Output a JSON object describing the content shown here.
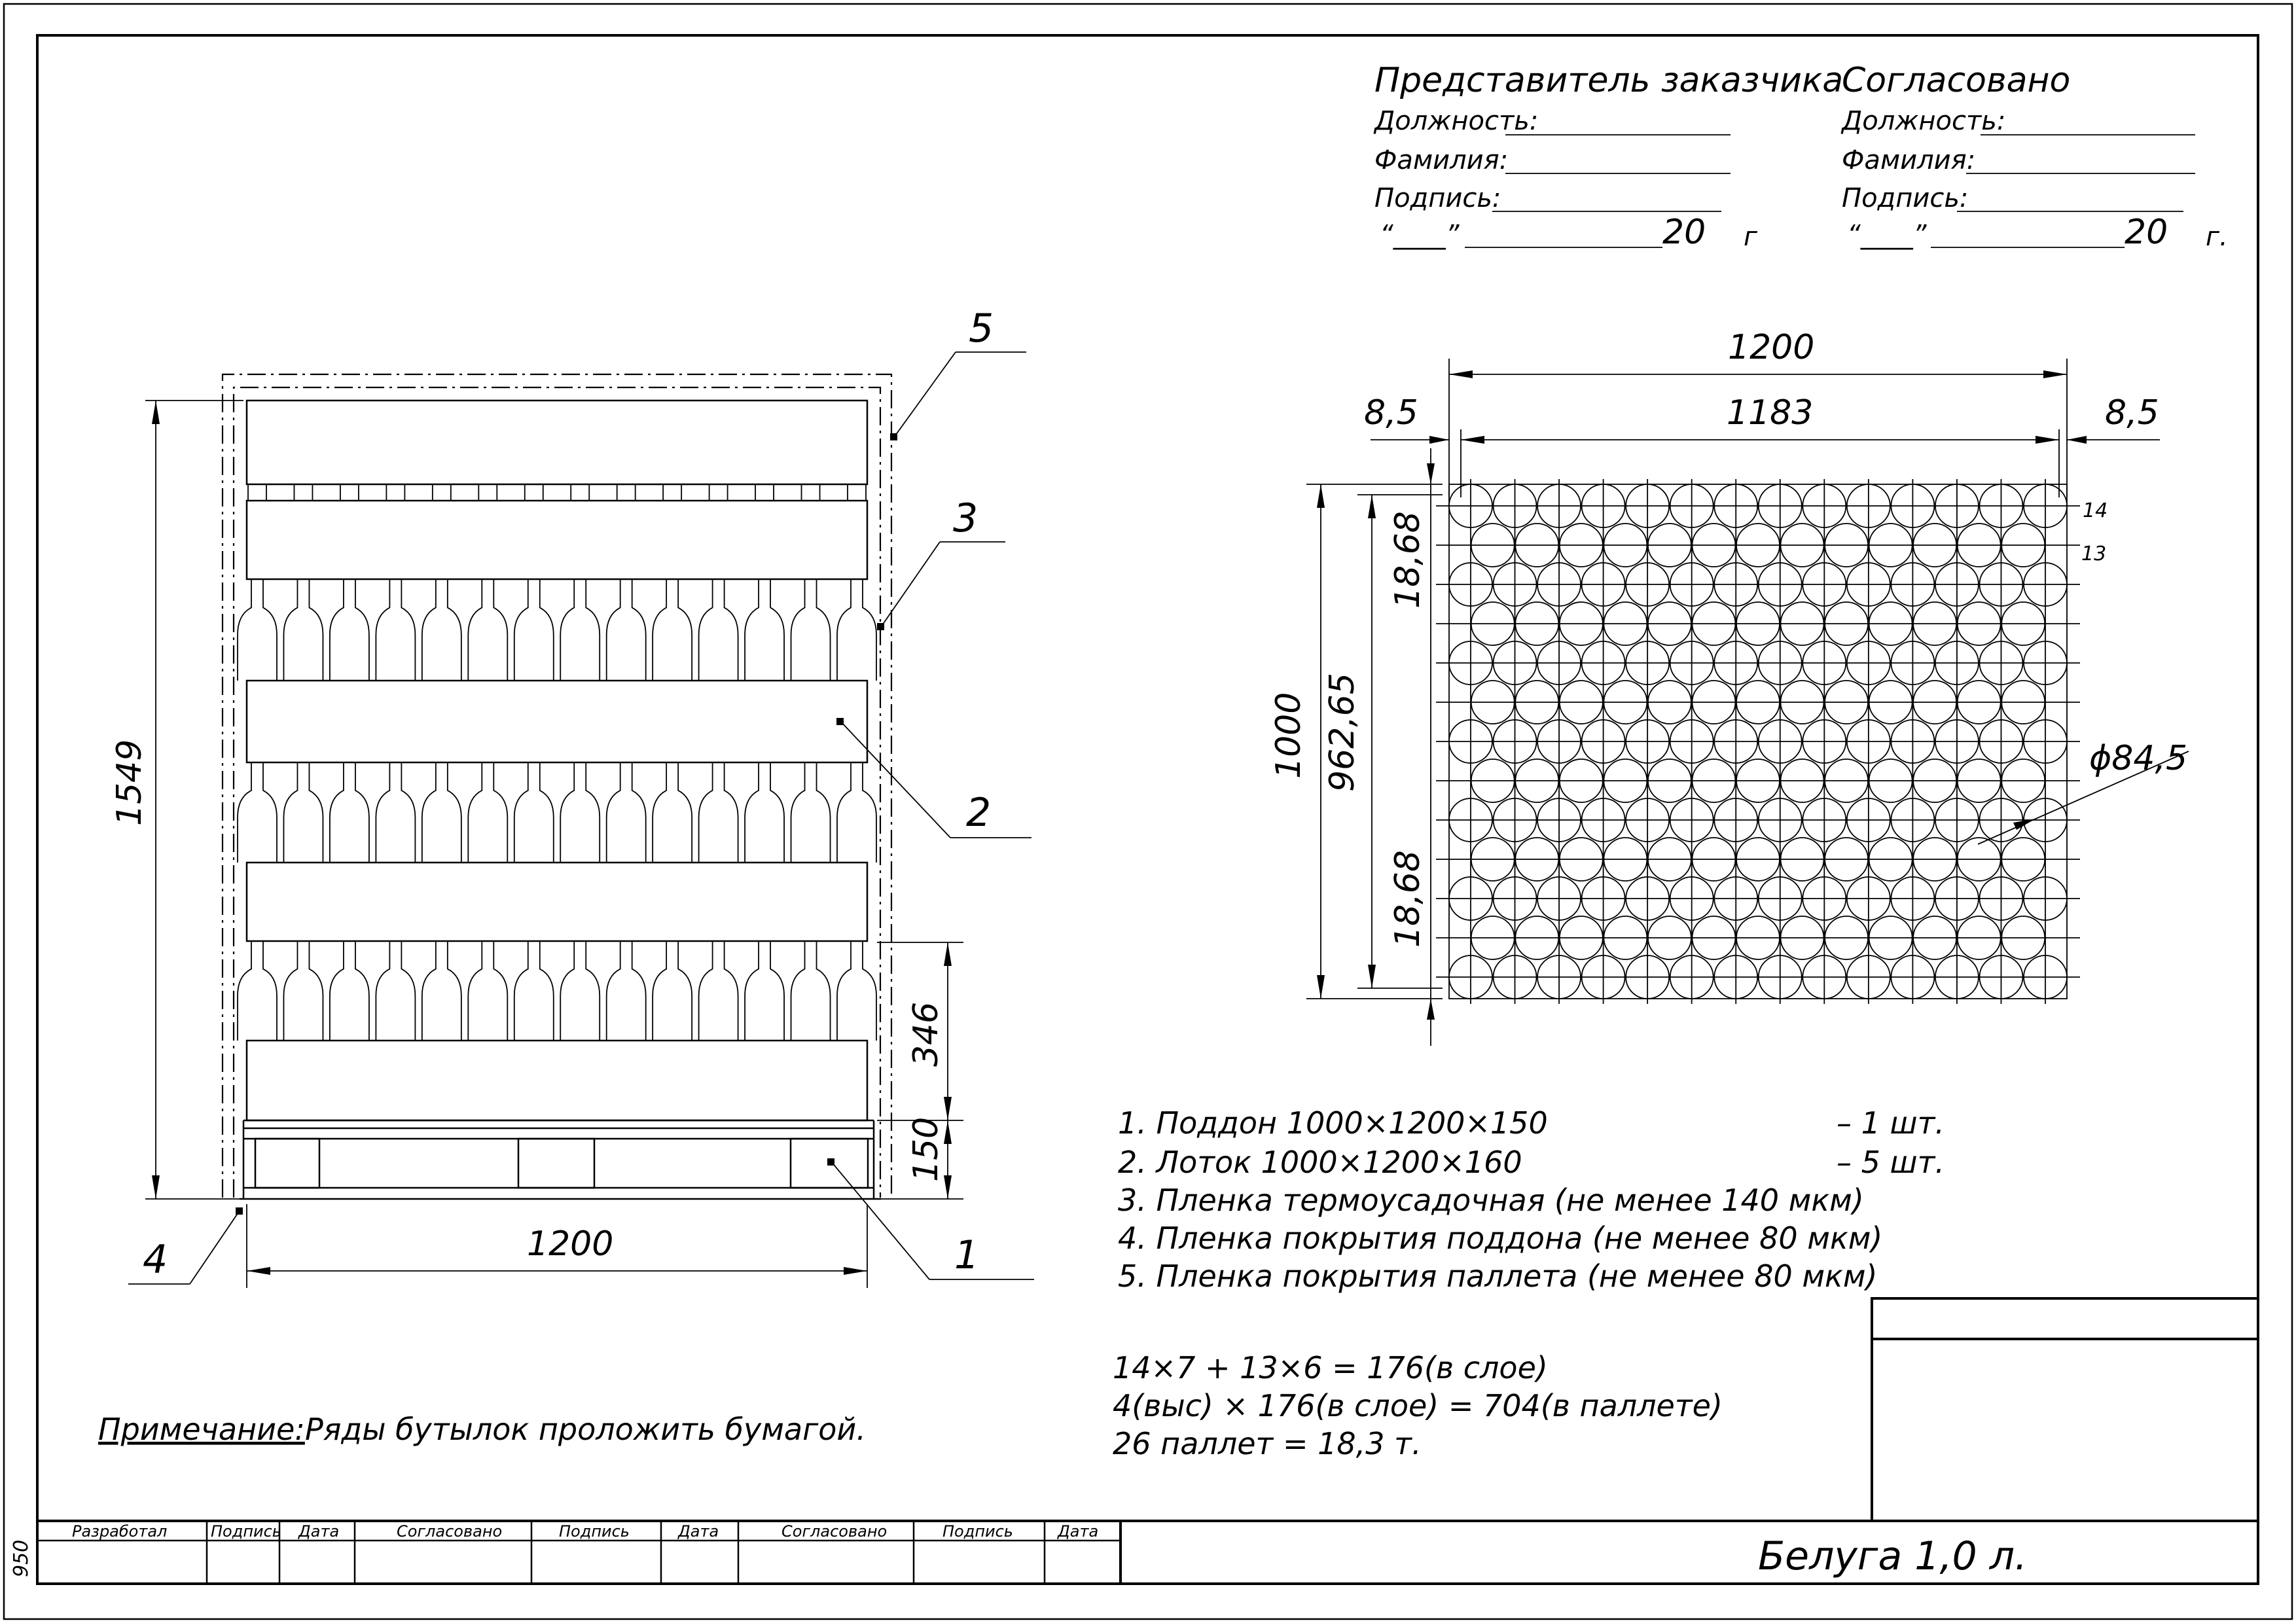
{
  "approval": {
    "customer": {
      "title": "Представитель заказчика",
      "position": "Должность:",
      "surname": "Фамилия:",
      "signature": "Подпись:",
      "date_quote": "“____”",
      "year": "20",
      "year_suffix": "г"
    },
    "agreed": {
      "title": "Согласовано",
      "position": "Должность:",
      "surname": "Фамилия:",
      "signature": "Подпись:",
      "date_quote": "“____”",
      "year": "20",
      "year_suffix": "г."
    }
  },
  "side_view": {
    "height_total": "1549",
    "width": "1200",
    "layer_height": "346",
    "pallet_height": "150",
    "callouts": [
      "1",
      "2",
      "3",
      "4",
      "5"
    ]
  },
  "top_view": {
    "width_outer": "1200",
    "width_inner": "1183",
    "margin_left": "8,5",
    "margin_right": "8,5",
    "depth_outer": "1000",
    "depth_inner": "962,65",
    "offset_top": "18,68",
    "offset_bottom": "18,68",
    "row_count_a": "14",
    "row_count_b": "13",
    "diameter": "ϕ84,5"
  },
  "specification": [
    {
      "text": "1.  Поддон 1000×1200×150",
      "qty": "–  1 шт."
    },
    {
      "text": "2.  Лоток 1000×1200×160",
      "qty": "–  5 шт."
    },
    {
      "text": "3.  Пленка термоусадочная (не менее 140 мкм)",
      "qty": ""
    },
    {
      "text": "4.  Пленка покрытия поддона (не менее 80 мкм)",
      "qty": ""
    },
    {
      "text": "5.  Пленка покрытия паллета (не менее 80 мкм)",
      "qty": ""
    }
  ],
  "calculation": [
    "14×7 + 13×6 = 176(в слое)",
    "4(выс) × 176(в слое) = 704(в паллете)",
    "26 паллет = 18,3 т."
  ],
  "note": {
    "label": "Примечание:",
    "text": "Ряды бутылок проложить бумагой."
  },
  "title_block": {
    "headers": [
      "Разработал",
      "Подпись",
      "Дата",
      "Согласовано",
      "Подпись",
      "Дата",
      "Согласовано",
      "Подпись",
      "Дата"
    ],
    "product": "Белуга 1,0 л."
  },
  "margin_code": "950"
}
